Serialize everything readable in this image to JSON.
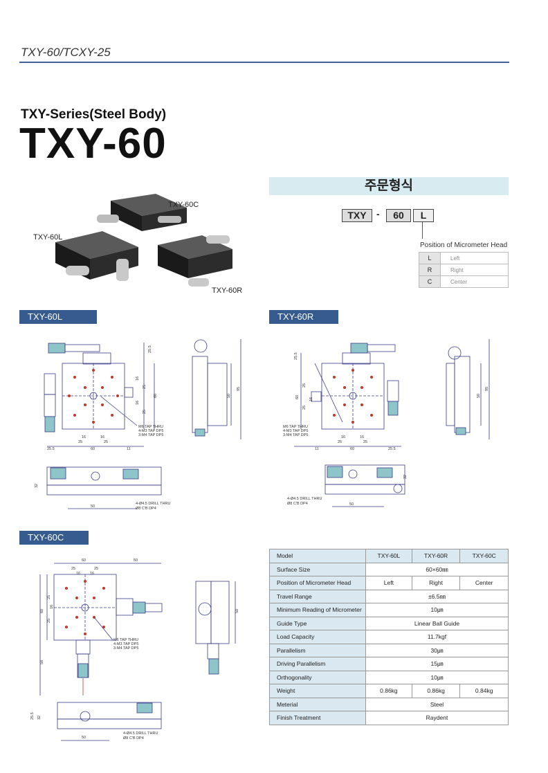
{
  "header": {
    "title": "TXY-60/TCXY-25"
  },
  "series_title": "TXY-Series(Steel Body)",
  "model_title": "TXY-60",
  "photos": {
    "label_c": "TXY-60C",
    "label_l": "TXY-60L",
    "label_r": "TXY-60R"
  },
  "ordering": {
    "title": "주문형식",
    "code": [
      "TXY",
      "60",
      "L"
    ],
    "dash": "-",
    "position_label": "Position of Micrometer Head",
    "options": [
      {
        "code": "L",
        "label": "Left"
      },
      {
        "code": "R",
        "label": "Right"
      },
      {
        "code": "C",
        "label": "Center"
      }
    ]
  },
  "sections": {
    "left": "TXY-60L",
    "right": "TXY-60R",
    "center": "TXY-60C"
  },
  "drawing_left": {
    "dims": {
      "d1": "25.5",
      "d2": "16",
      "d3": "25",
      "d4": "60",
      "d5": "16",
      "d6": "25",
      "d7": "95",
      "d8": "50",
      "d9": "16",
      "d10": "16",
      "d11": "25",
      "d12": "25",
      "d13": "60",
      "d14": "25.5",
      "d15": "11",
      "d16": "32",
      "d17": "50"
    },
    "notes": [
      "M6 TAP THRU",
      "4-M3 TAP DP5",
      "3-M4 TAP DP5",
      "4-Ø4.5 DRILL THRU",
      "Ø8 C'B DP4"
    ]
  },
  "drawing_right": {
    "dims": {
      "d1": "25.5",
      "d2": "60",
      "d3": "25",
      "d4": "16",
      "d5": "25",
      "d6": "95",
      "d7": "50",
      "d8": "16",
      "d9": "16",
      "d10": "25",
      "d11": "25",
      "d12": "11",
      "d13": "60",
      "d14": "25.5",
      "d15": "32",
      "d16": "50"
    },
    "notes": [
      "M6 TAP THRU",
      "4-M3 TAP DP5",
      "3-M4 TAP DP5",
      "4-Ø4.5 DRILL THRU",
      "Ø8 C'B DP4"
    ]
  },
  "drawing_center": {
    "dims": {
      "d1": "60",
      "d2": "50",
      "d3": "25",
      "d4": "25",
      "d5": "16",
      "d6": "16",
      "d7": "60",
      "d8": "16",
      "d9": "25",
      "d10": "25",
      "d11": "50",
      "d12": "58",
      "d13": "25.5",
      "d14": "32",
      "d15": "50"
    },
    "notes": [
      "M6 TAP THRU",
      "4-M3 TAP DP5",
      "3-M4 TAP DP5",
      "4-Ø4.5 DRILL THRU",
      "Ø8 C'B DP4"
    ]
  },
  "spec_table": {
    "columns": [
      "Model",
      "TXY-60L",
      "TXY-60R",
      "TXY-60C"
    ],
    "rows": [
      {
        "label": "Surface Size",
        "value": "60×60㎜"
      },
      {
        "label": "Position of Micrometer Head",
        "values": [
          "Left",
          "Right",
          "Center"
        ]
      },
      {
        "label": "Travel Range",
        "value": "±6.5㎜"
      },
      {
        "label": "Minimum Reading of Micrometer",
        "value": "10㎛"
      },
      {
        "label": "Guide Type",
        "value": "Linear Ball Guide"
      },
      {
        "label": "Load Capacity",
        "value": "11.7kgf"
      },
      {
        "label": "Parallelism",
        "value": "30㎛"
      },
      {
        "label": "Driving Parallelism",
        "value": "15㎛"
      },
      {
        "label": "Orthogonality",
        "value": "10㎛"
      },
      {
        "label": "Weight",
        "values": [
          "0.86kg",
          "0.86kg",
          "0.84kg"
        ]
      },
      {
        "label": "Meterial",
        "value": "Steel"
      },
      {
        "label": "Finish Treatment",
        "value": "Raydent"
      }
    ]
  },
  "colors": {
    "accent": "#355b8f",
    "rule": "#3a5f9a",
    "light_band": "#d7ebf0",
    "table_label_bg": "#d9e8f1",
    "drawing_line": "#3a3a8a",
    "drawing_hole": "#c0392b",
    "drawing_micrometer": "#8ec5c8"
  }
}
